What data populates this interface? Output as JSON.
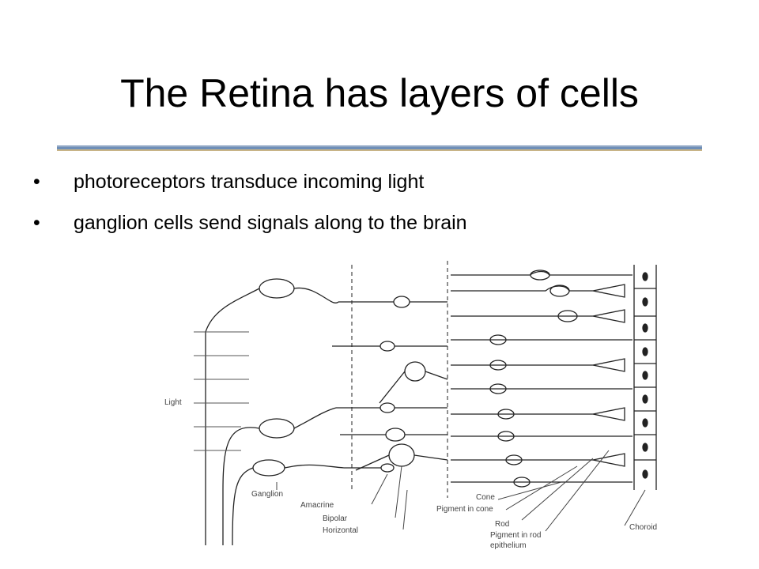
{
  "slide": {
    "title": "The Retina has layers of cells",
    "bullets": [
      "photoreceptors transduce incoming light",
      "ganglion cells send signals along to the brain"
    ],
    "bullet_glyph": "•",
    "rule_colors": {
      "top": "#8fa6c4",
      "main": "#6f8fb8",
      "bottom": "#c8b487"
    }
  },
  "diagram": {
    "labels": {
      "light": "Light",
      "ganglion": "Ganglion",
      "amacrine": "Amacrine",
      "bipolar": "Bipolar",
      "horizontal": "Horizontal",
      "cone": "Cone",
      "cone_pigment": "Pigment in cone",
      "rod": "Rod",
      "rod_pigment": "Pigment in rod",
      "epithelium": "epithelium",
      "choroid": "Choroid"
    }
  }
}
